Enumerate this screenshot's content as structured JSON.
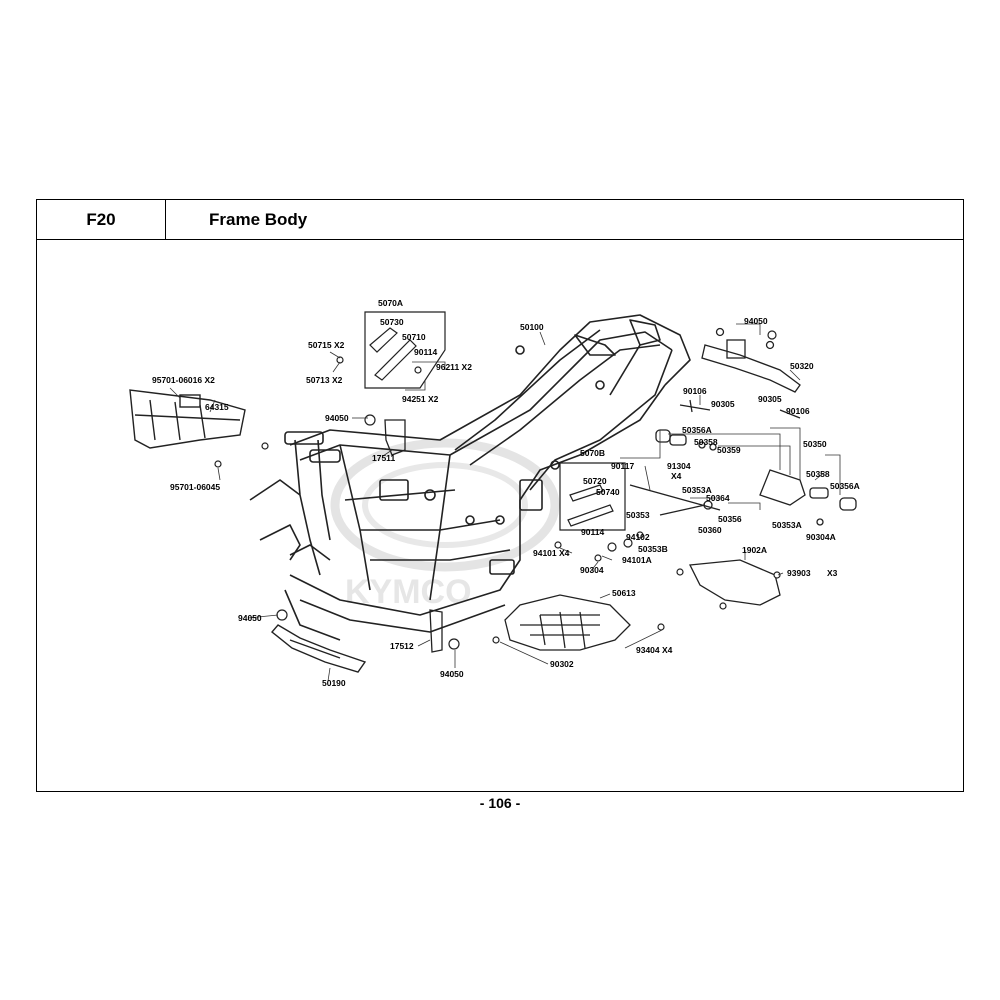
{
  "header": {
    "code": "F20",
    "title": "Frame Body"
  },
  "watermark": "KYMCO",
  "page_number": "- 106 -",
  "part_labels": [
    "5070A",
    "50730",
    "50710",
    "90114",
    "96211 X2",
    "94251 X2",
    "50715 X2",
    "50713 X2",
    "50100",
    "94050",
    "50320",
    "90106",
    "90305",
    "90305",
    "90106",
    "50356A",
    "50358",
    "50350",
    "50359",
    "91304",
    "X4",
    "50353A",
    "50364",
    "50358",
    "50356A",
    "50356",
    "50353A",
    "50360",
    "90304A",
    "90117",
    "5070B",
    "50720",
    "50740",
    "50353",
    "90114",
    "94102",
    "50353B",
    "94101 X4",
    "94101A",
    "90304",
    "1902A",
    "93903",
    "X3",
    "50613",
    "93404 X4",
    "90302",
    "95701-06016 X2",
    "64315",
    "95701-06045",
    "94050",
    "17511",
    "94050",
    "50190",
    "17512",
    "94050"
  ]
}
